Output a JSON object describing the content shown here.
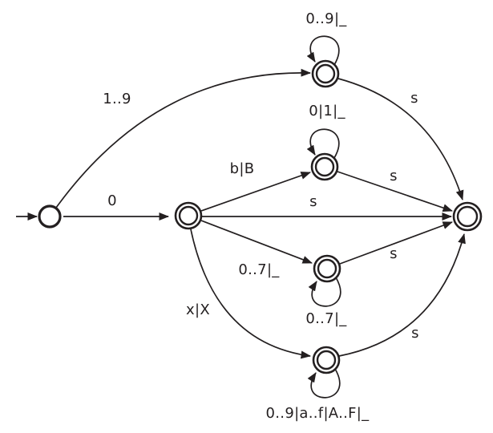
{
  "figure": {
    "kind": "finite-state-automaton",
    "background_color": "#ffffff",
    "ink_color": "#231f20"
  },
  "diagram": {
    "states": [
      {
        "id": "start",
        "accepting": false
      },
      {
        "id": "after-zero",
        "accepting": true
      },
      {
        "id": "decimal",
        "accepting": true
      },
      {
        "id": "binary",
        "accepting": true
      },
      {
        "id": "octal",
        "accepting": true
      },
      {
        "id": "hexadecimal",
        "accepting": true
      },
      {
        "id": "accept",
        "accepting": true
      }
    ],
    "transitions": [
      {
        "from": "start",
        "to": "decimal",
        "label": "1..9"
      },
      {
        "from": "start",
        "to": "after-zero",
        "label": "0"
      },
      {
        "from": "decimal",
        "to": "decimal",
        "label": "0..9|_"
      },
      {
        "from": "after-zero",
        "to": "binary",
        "label": "b|B"
      },
      {
        "from": "binary",
        "to": "binary",
        "label": "0|1|_"
      },
      {
        "from": "after-zero",
        "to": "accept",
        "label": "s"
      },
      {
        "from": "after-zero",
        "to": "octal",
        "label": "0..7|_"
      },
      {
        "from": "octal",
        "to": "octal",
        "label": "0..7|_"
      },
      {
        "from": "after-zero",
        "to": "hexadecimal",
        "label": "x|X"
      },
      {
        "from": "hexadecimal",
        "to": "hexadecimal",
        "label": "0..9|a..f|A..F|_"
      },
      {
        "from": "decimal",
        "to": "accept",
        "label": "s"
      },
      {
        "from": "binary",
        "to": "accept",
        "label": "s"
      },
      {
        "from": "octal",
        "to": "accept",
        "label": "s"
      },
      {
        "from": "hexadecimal",
        "to": "accept",
        "label": "s"
      }
    ]
  }
}
